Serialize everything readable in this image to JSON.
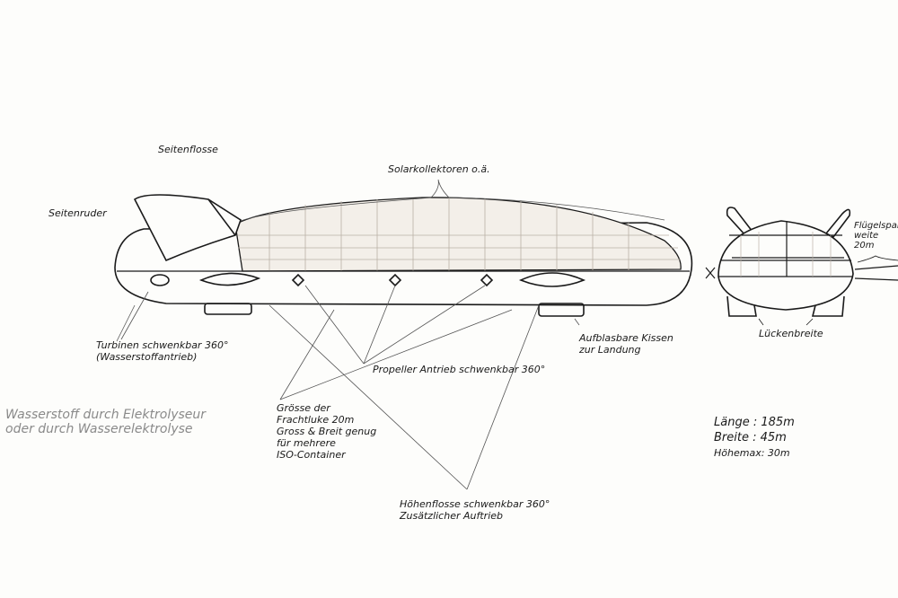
{
  "title": "Luftschiff Skizze",
  "labels": {
    "seitenflosse": "Seitenflosse",
    "seitenruder": "Seitenruder",
    "solar": "Solarkollektoren o.ä.",
    "turbinen_1": "Turbinen schwenkbar 360°",
    "turbinen_2": "(Wasserstoffantrieb)",
    "propeller": "Propeller Antrieb schwenkbar 360°",
    "kissen_1": "Aufblasbare Kissen",
    "kissen_2": "zur Landung",
    "fracht_1": "Grösse der",
    "fracht_2": "Frachtluke 20m",
    "fracht_3": "Gross & Breit genug",
    "fracht_4": "für mehrere",
    "fracht_5": "ISO-Container",
    "hoehenflosse_1": "Höhenflosse schwenkbar 360°",
    "hoehenflosse_2": "Zusätzlicher Auftrieb",
    "wasserstoff_1": "Wasserstoff durch Elektrolyseur",
    "wasserstoff_2": "oder durch Wasserelektrolyse",
    "flugel_1": "Flügelspann",
    "flugel_2": "weite",
    "flugel_3": "20m",
    "luecke": "Lückenbreite"
  },
  "specs": [
    {
      "name": "Länge",
      "value": ": 185m"
    },
    {
      "name": "Breite",
      "value": ": 45m"
    },
    {
      "name": "Höhemax",
      "value": ": 30m"
    }
  ],
  "colors": {
    "ink": "#1a1a1a",
    "pencil": "#8a8a8a",
    "grid": "#b9b0a6"
  }
}
